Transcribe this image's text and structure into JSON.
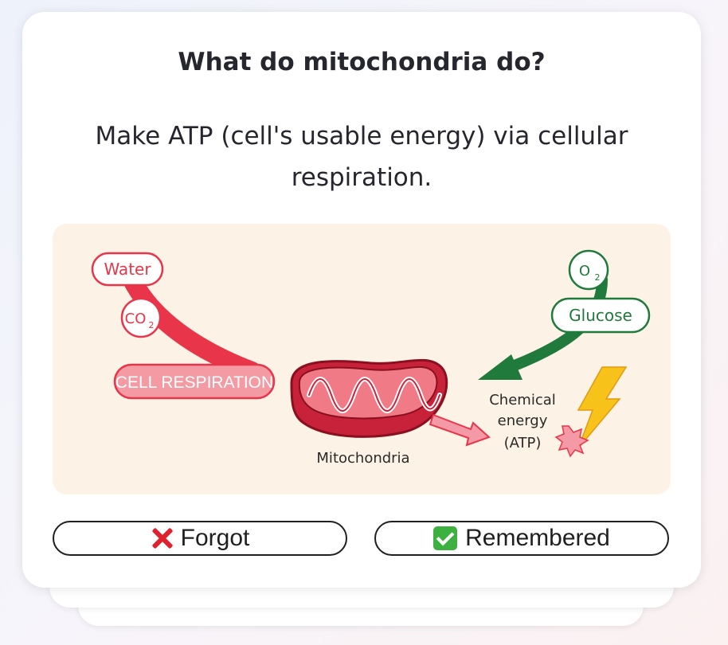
{
  "card": {
    "question": "What do mitochondria do?",
    "answer": "Make ATP (cell's usable energy) via cellular respiration."
  },
  "illustration": {
    "labels": {
      "water": "Water",
      "co2_base": "CO",
      "co2_sub": "2",
      "cell_respiration": "CELL RESPIRATION",
      "o2_base": "O",
      "o2_sub": "2",
      "glucose": "Glucose",
      "chemical_line1": "Chemical",
      "chemical_line2": "energy",
      "chemical_line3": "(ATP)",
      "mitochondria": "Mitochondria"
    },
    "colors": {
      "red": "#e8354a",
      "green": "#1f7a3c",
      "lightning": "#f7c21a",
      "background": "#fcf2e5"
    }
  },
  "buttons": {
    "forgot": {
      "label": "Forgot",
      "icon": "cross-mark-icon"
    },
    "remembered": {
      "label": "Remembered",
      "icon": "check-mark-icon"
    }
  }
}
